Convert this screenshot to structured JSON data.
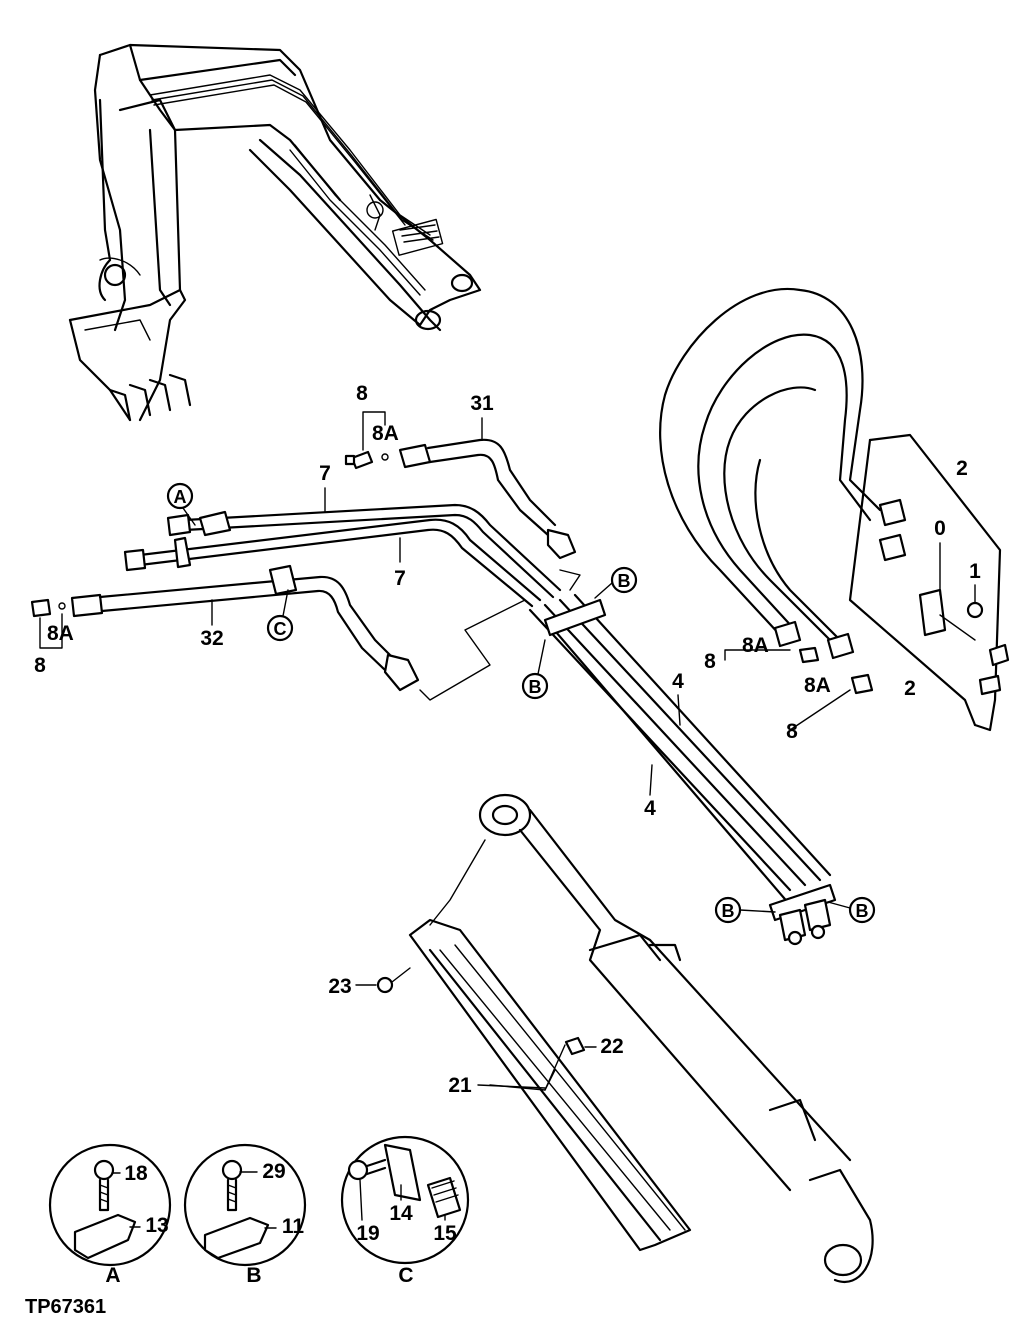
{
  "figure_code": "TP67361",
  "callouts": {
    "c8_top": "8",
    "c8a_top": "8A",
    "c31": "31",
    "c7_top": "7",
    "c7_mid": "7",
    "c32": "32",
    "c8a_left": "8A",
    "c8_left": "8",
    "c4_top": "4",
    "c4_bottom": "4",
    "c2_top": "2",
    "c2_bottom": "2",
    "c0": "0",
    "c1": "1",
    "c8a_r1": "8A",
    "c8_r1": "8",
    "c8a_r2": "8A",
    "c8_r2": "8",
    "c23": "23",
    "c22": "22",
    "c21": "21",
    "c18": "18",
    "c13": "13",
    "c29": "29",
    "c11": "11",
    "c19": "19",
    "c14": "14",
    "c15": "15"
  },
  "circle_refs": {
    "a_top": "A",
    "c_mid": "C",
    "b_1": "B",
    "b_2": "B",
    "b_3": "B",
    "b_4": "B"
  },
  "detail_views": {
    "a": "A",
    "b": "B",
    "c": "C"
  }
}
